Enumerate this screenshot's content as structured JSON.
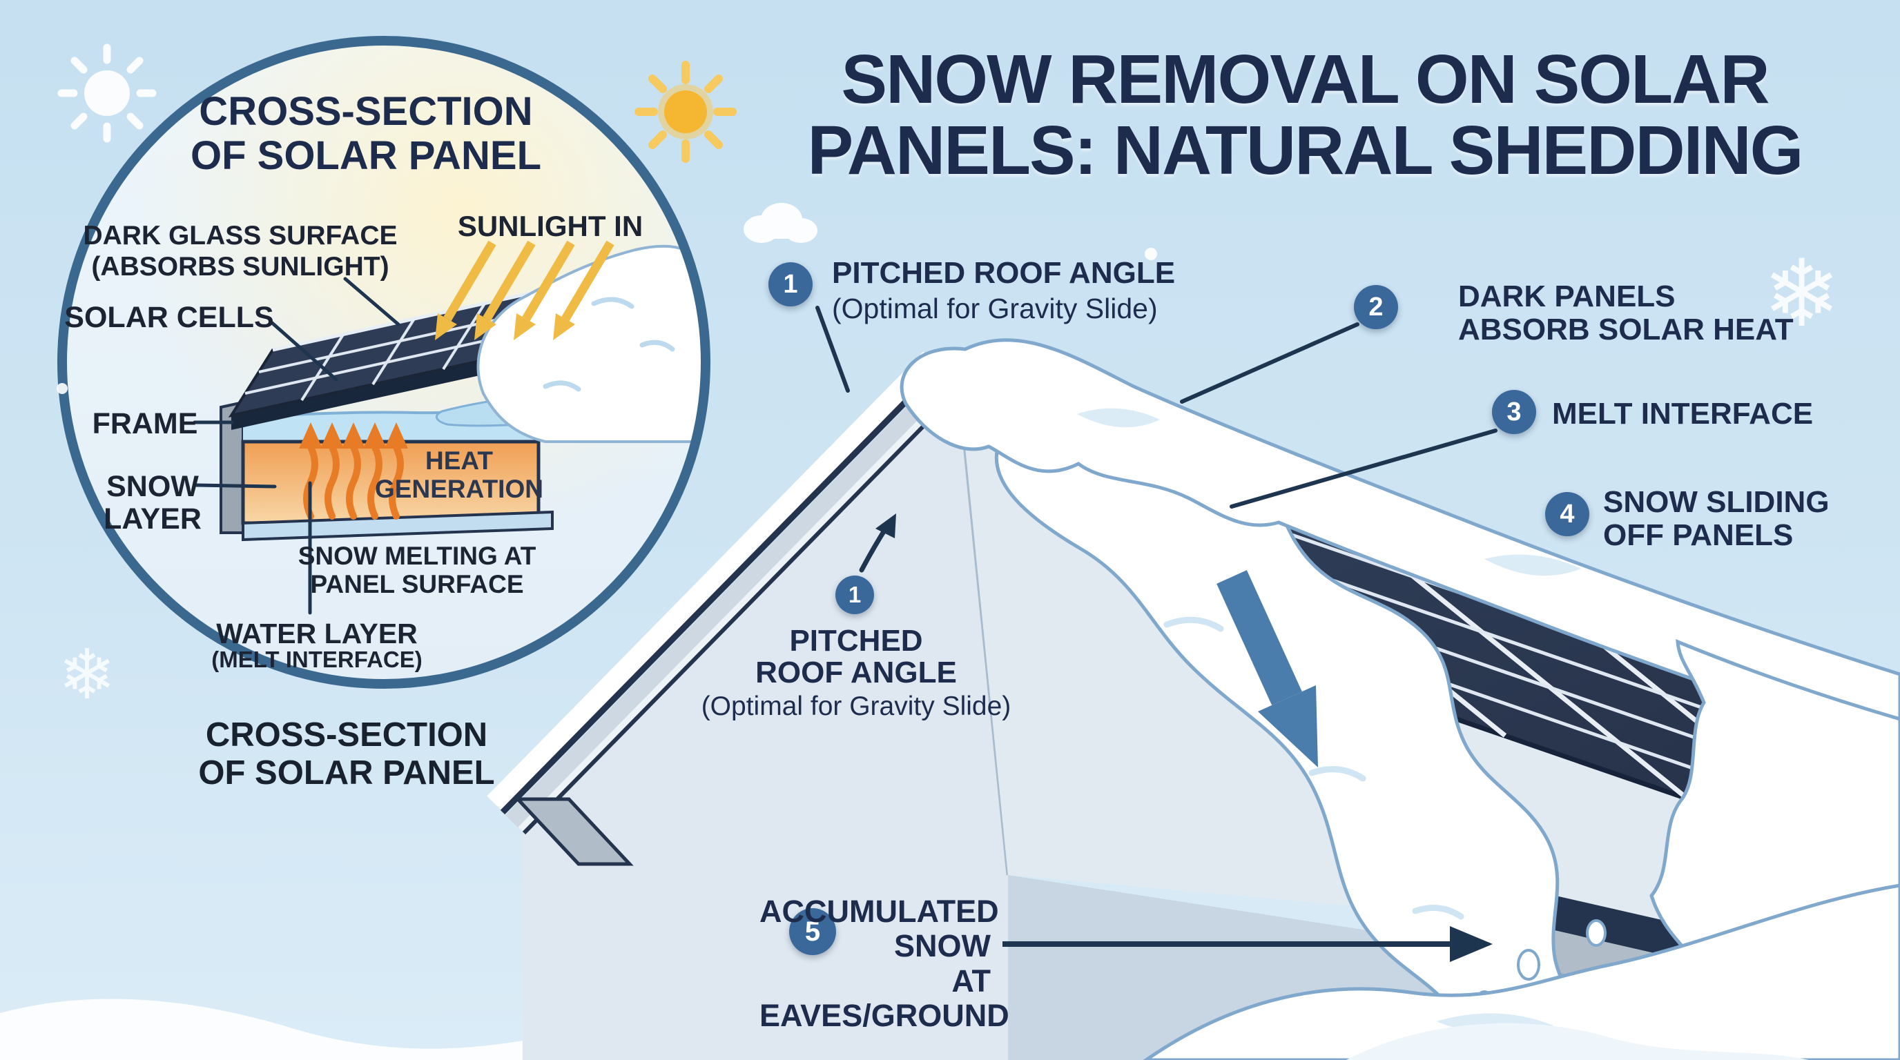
{
  "title": {
    "text": "SNOW REMOVAL ON SOLAR\nPANELS: NATURAL SHEDDING"
  },
  "inset": {
    "heading": "CROSS-SECTION\nOF SOLAR PANEL",
    "labels": {
      "dark_glass": "DARK GLASS SURFACE\n(ABSORBS SUNLIGHT)",
      "sunlight_in": "SUNLIGHT IN",
      "solar_cells": "SOLAR CELLS",
      "frame": "FRAME",
      "snow_layer": "SNOW\nLAYER",
      "heat_generation": "HEAT\nGENERATION",
      "snow_melting": "SNOW MELTING AT\nPANEL SURFACE",
      "water_layer": "WATER LAYER",
      "water_layer_sub": "(MELT INTERFACE)"
    },
    "caption": "CROSS-SECTION\nOF SOLAR PANEL"
  },
  "callouts": [
    {
      "number": "1",
      "label": "PITCHED ROOF ANGLE",
      "sub": "(Optimal for Gravity Slide)"
    },
    {
      "number": "2",
      "label": "DARK PANELS\nABSORB SOLAR HEAT"
    },
    {
      "number": "3",
      "label": "MELT INTERFACE"
    },
    {
      "number": "4",
      "label": "SNOW SLIDING\nOFF PANELS"
    },
    {
      "number": "5",
      "label": "ACCUMULATED SNOW\nAT EAVES/GROUND"
    }
  ],
  "roof_annotation": {
    "number": "1",
    "label": "PITCHED\nROOF ANGLE",
    "sub": "(Optimal for Gravity Slide)"
  },
  "decor": {
    "snowflake_glyph": "❄"
  },
  "colors": {
    "sky_top": "#c6e0f1",
    "sky_bottom": "#dbecf7",
    "navy": "#1d2c4d",
    "label_dark": "#1c2433",
    "badge_blue": "#3a689b",
    "leader": "#1e3550",
    "panel_navy": "#2b3850",
    "panel_grid_white": "#e9eef5",
    "heat_orange": "#e87c26",
    "heat_box_top": "#f09f54",
    "heat_box_bottom": "#f8d6a6",
    "sun_yellow": "#f5b731",
    "sunlight_arrow_gold": "#f0bb45",
    "slide_arrow_blue": "#4a7dab",
    "snow_white": "#ffffff",
    "snow_outline": "#7fa8cc",
    "circle_border": "#3b688f",
    "wall_light": "#dfe8f0",
    "roof_silver": "#cdd8e2",
    "water_blue": "#bfe2f4"
  }
}
